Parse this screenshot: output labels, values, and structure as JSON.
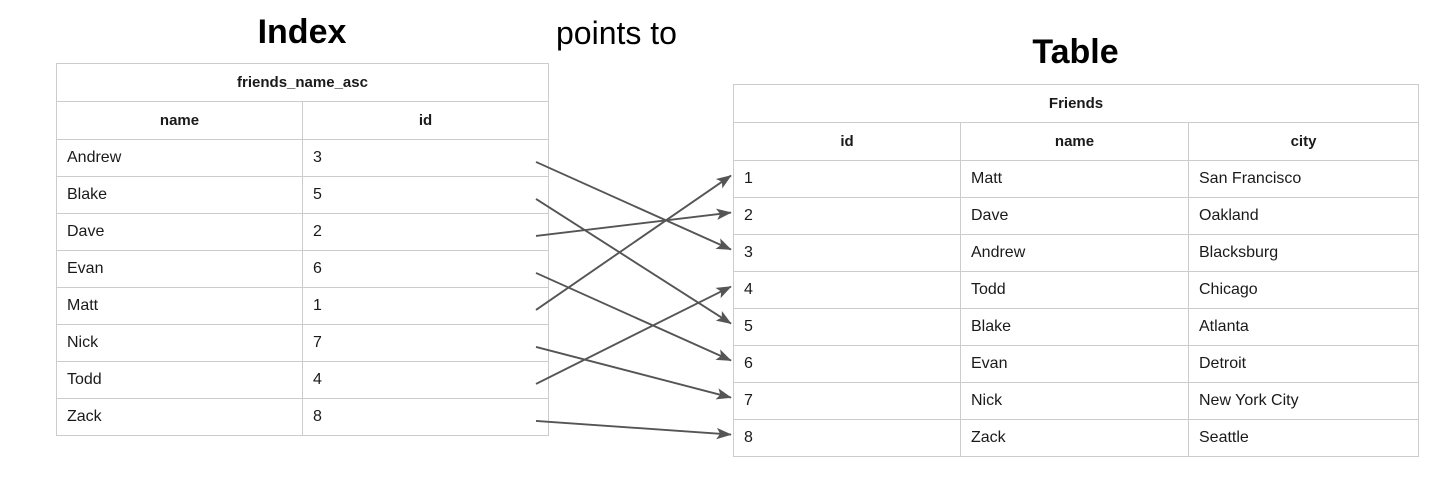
{
  "index": {
    "title": "Index",
    "table_name": "friends_name_asc",
    "columns": [
      "name",
      "id"
    ],
    "rows": [
      {
        "name": "Andrew",
        "id": "3"
      },
      {
        "name": "Blake",
        "id": "5"
      },
      {
        "name": "Dave",
        "id": "2"
      },
      {
        "name": "Evan",
        "id": "6"
      },
      {
        "name": "Matt",
        "id": "1"
      },
      {
        "name": "Nick",
        "id": "7"
      },
      {
        "name": "Todd",
        "id": "4"
      },
      {
        "name": "Zack",
        "id": "8"
      }
    ]
  },
  "connector": {
    "label": "points to",
    "arrow_color": "#555555",
    "links": [
      {
        "from_index_row": 0,
        "from_name": "Andrew",
        "to_table_row": 2,
        "to_id": "3"
      },
      {
        "from_index_row": 1,
        "from_name": "Blake",
        "to_table_row": 4,
        "to_id": "5"
      },
      {
        "from_index_row": 2,
        "from_name": "Dave",
        "to_table_row": 1,
        "to_id": "2"
      },
      {
        "from_index_row": 3,
        "from_name": "Evan",
        "to_table_row": 5,
        "to_id": "6"
      },
      {
        "from_index_row": 4,
        "from_name": "Matt",
        "to_table_row": 0,
        "to_id": "1"
      },
      {
        "from_index_row": 5,
        "from_name": "Nick",
        "to_table_row": 6,
        "to_id": "7"
      },
      {
        "from_index_row": 6,
        "from_name": "Todd",
        "to_table_row": 3,
        "to_id": "4"
      },
      {
        "from_index_row": 7,
        "from_name": "Zack",
        "to_table_row": 7,
        "to_id": "8"
      }
    ]
  },
  "table": {
    "title": "Table",
    "table_name": "Friends",
    "columns": [
      "id",
      "name",
      "city"
    ],
    "rows": [
      {
        "id": "1",
        "name": "Matt",
        "city": "San Francisco"
      },
      {
        "id": "2",
        "name": "Dave",
        "city": "Oakland"
      },
      {
        "id": "3",
        "name": "Andrew",
        "city": "Blacksburg"
      },
      {
        "id": "4",
        "name": "Todd",
        "city": "Chicago"
      },
      {
        "id": "5",
        "name": "Blake",
        "city": "Atlanta"
      },
      {
        "id": "6",
        "name": "Evan",
        "city": "Detroit"
      },
      {
        "id": "7",
        "name": "Nick",
        "city": "New York City"
      },
      {
        "id": "8",
        "name": "Zack",
        "city": "Seattle"
      }
    ]
  },
  "style": {
    "border_color": "#cccccc",
    "text_color": "#1a1a1a",
    "background": "#ffffff"
  }
}
